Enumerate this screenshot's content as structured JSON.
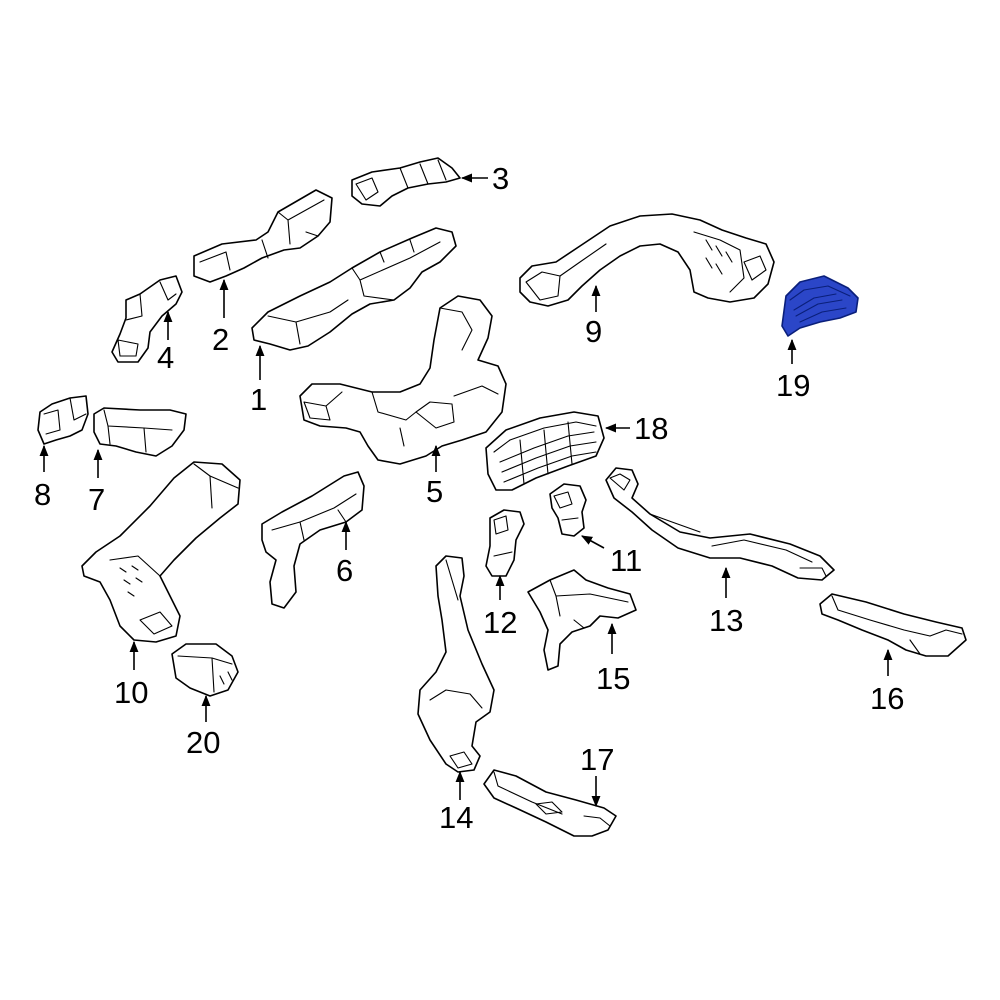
{
  "diagram": {
    "highlight_color": "#2b46c8",
    "outline_color": "#000000",
    "background_color": "#ffffff",
    "callouts": [
      {
        "id": "1",
        "label": "1"
      },
      {
        "id": "2",
        "label": "2"
      },
      {
        "id": "3",
        "label": "3"
      },
      {
        "id": "4",
        "label": "4"
      },
      {
        "id": "5",
        "label": "5"
      },
      {
        "id": "6",
        "label": "6"
      },
      {
        "id": "7",
        "label": "7"
      },
      {
        "id": "8",
        "label": "8"
      },
      {
        "id": "9",
        "label": "9"
      },
      {
        "id": "10",
        "label": "10"
      },
      {
        "id": "11",
        "label": "11"
      },
      {
        "id": "12",
        "label": "12"
      },
      {
        "id": "13",
        "label": "13"
      },
      {
        "id": "14",
        "label": "14"
      },
      {
        "id": "15",
        "label": "15"
      },
      {
        "id": "16",
        "label": "16"
      },
      {
        "id": "17",
        "label": "17"
      },
      {
        "id": "18",
        "label": "18"
      },
      {
        "id": "19",
        "label": "19",
        "highlighted": true
      },
      {
        "id": "20",
        "label": "20"
      }
    ]
  }
}
